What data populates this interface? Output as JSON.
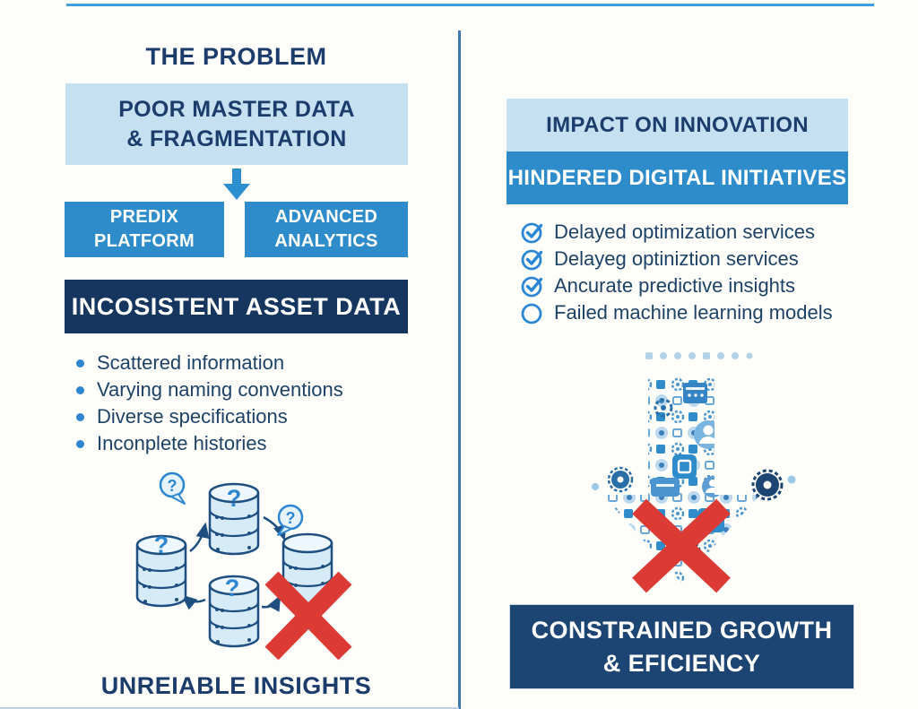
{
  "left": {
    "title": "THE PROBLEM",
    "problem_box": {
      "line1": "POOR MASTER DATA",
      "line2": "& FRAGMENTATION"
    },
    "predix_box": {
      "line1": "PREDIX",
      "line2": "PLATFORM"
    },
    "analytics_box": {
      "line1": "ADVANCED",
      "line2": "ANALYTICS"
    },
    "asset_data_box": {
      "label": "INCOSISTENT ASSET DATA"
    },
    "bullets": [
      "Scattered information",
      "Varying naming conventions",
      "Diverse specifications",
      "Inconplete histories"
    ],
    "footer": "UNREIABLE INSIGHTS"
  },
  "right": {
    "impact_box": {
      "label": "IMPACT ON INNOVATION"
    },
    "hindered_box": {
      "label": "HINDERED DIGITAL INITIATIVES"
    },
    "checklist": [
      {
        "icon": "checked-circle",
        "label": "Delayed optimization services"
      },
      {
        "icon": "checked-circle",
        "label": "Delayeg optiniztion services"
      },
      {
        "icon": "checked-circle",
        "label": "Ancurate predictive insights"
      },
      {
        "icon": "empty-circle",
        "label": "Failed machine learning models"
      }
    ],
    "growth_box": {
      "line1": "CONSTRAINED GROWTH",
      "line2": "& EFICIENCY"
    }
  },
  "icons": {
    "question_mark": "?"
  },
  "colors": {
    "light_blue": "#c4e0f1",
    "medium_blue": "#2f8cca",
    "navy_left": "#16365f",
    "navy_right": "#1d4573",
    "text_navy": "#1c3c6b",
    "accent_blue": "#2e86d1",
    "red_x": "#dc3b35",
    "top_line": "#3f9edd",
    "divider": "#3b76ad"
  }
}
